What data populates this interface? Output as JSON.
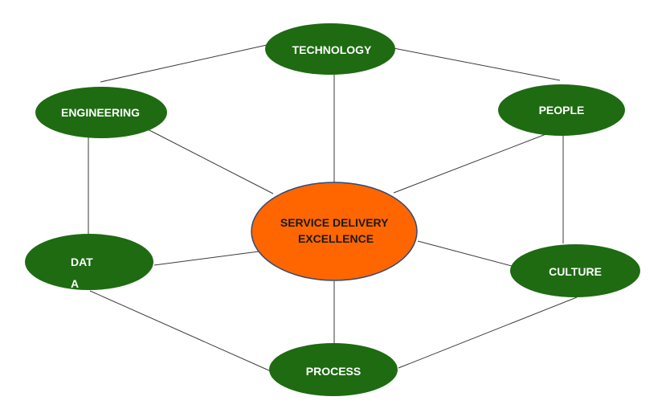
{
  "center": {
    "lines": [
      "SERVICE DELIVERY",
      "EXCELLENCE"
    ],
    "fill": "#ff6600",
    "stroke": "#2f4a7a"
  },
  "nodes": {
    "technology": "TECHNOLOGY",
    "engineering": "ENGINEERING",
    "people": "PEOPLE",
    "data": [
      "DAT",
      "A"
    ],
    "culture": "CULTURE",
    "process": "PROCESS"
  },
  "colors": {
    "node_fill": "#1e6b12",
    "text_on_node": "#ffffff",
    "text_on_center": "#1a1a1a",
    "edge": "#3a3a3a"
  }
}
